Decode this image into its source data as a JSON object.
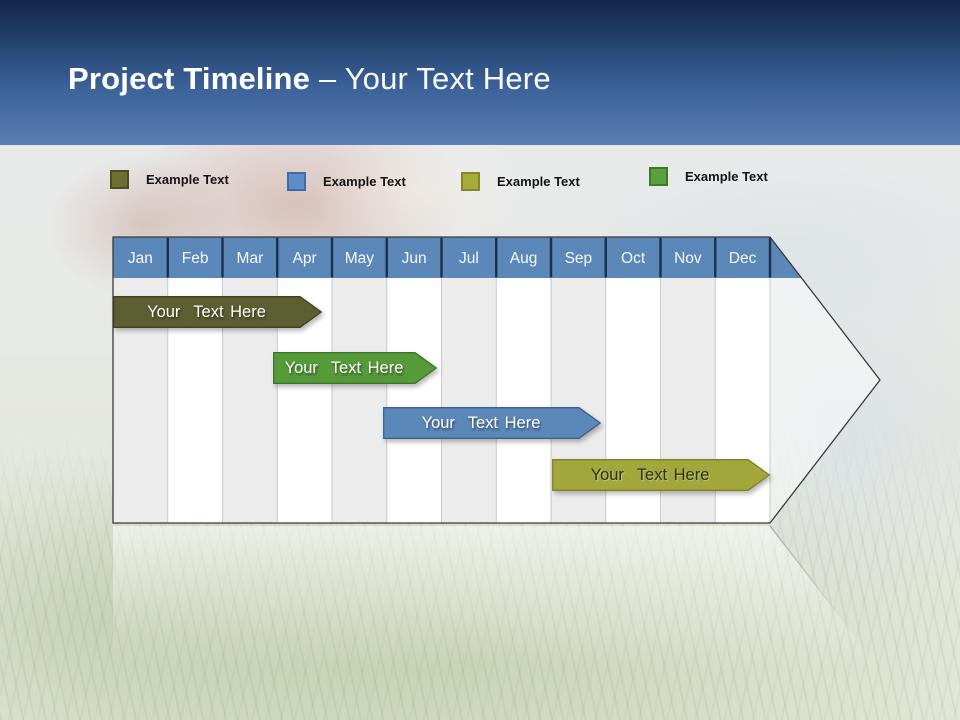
{
  "slide": {
    "title": {
      "bold": "Project Timeline ",
      "regular": "– Your Text Here"
    }
  },
  "legend": {
    "items": [
      {
        "label": "Example Text",
        "color": "#6b6f30",
        "border": "#4b4e22"
      },
      {
        "label": "Example Text",
        "color": "#5b8dc8",
        "border": "#3c6da8"
      },
      {
        "label": "Example Text",
        "color": "#a9ab38",
        "border": "#83862a"
      },
      {
        "label": "Example Text",
        "color": "#5aa03c",
        "border": "#3e7a27"
      }
    ]
  },
  "timeline": {
    "months": [
      "Jan",
      "Feb",
      "Mar",
      "Apr",
      "May",
      "Jun",
      "Jul",
      "Aug",
      "Sep",
      "Oct",
      "Nov",
      "Dec"
    ],
    "header_color": "#5b87b9"
  },
  "chart_data": {
    "type": "gantt",
    "title": "Project Timeline – Your Text Here",
    "x_axis": {
      "unit": "months",
      "categories": [
        "Jan",
        "Feb",
        "Mar",
        "Apr",
        "May",
        "Jun",
        "Jul",
        "Aug",
        "Sep",
        "Oct",
        "Nov",
        "Dec"
      ],
      "range": [
        0,
        12
      ]
    },
    "legend_position": "top",
    "legend_entries": [
      "Example Text",
      "Example Text",
      "Example Text",
      "Example Text"
    ],
    "tasks": [
      {
        "label": "Your  Text Here",
        "row": 1,
        "start": 0.0,
        "end": 3.8,
        "color": "#5c5f31",
        "text_color": "#ffffff"
      },
      {
        "label": "Your  Text Here",
        "row": 2,
        "start": 2.9,
        "end": 5.9,
        "color": "#569a3a",
        "text_color": "#ffffff"
      },
      {
        "label": "Your  Text Here",
        "row": 3,
        "start": 4.9,
        "end": 8.9,
        "color": "#5b87b9",
        "text_color": "#ffffff"
      },
      {
        "label": "Your  Text Here",
        "row": 4,
        "start": 8.0,
        "end": 12.0,
        "color": "#a2a73b",
        "text_color": "#2e3110"
      }
    ]
  }
}
